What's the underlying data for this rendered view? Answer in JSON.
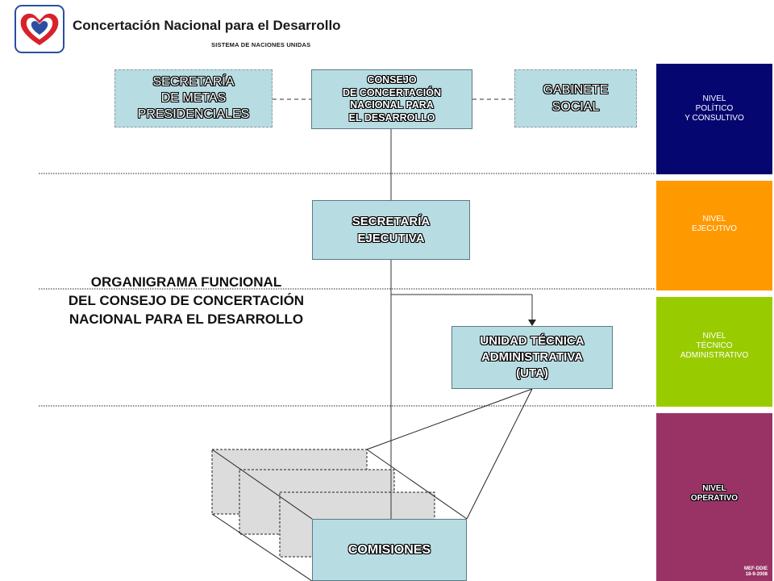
{
  "header": {
    "title": "Concertación Nacional para el Desarrollo",
    "subtitle": "SISTEMA DE NACIONES UNIDAS"
  },
  "boxes": {
    "secretaria_metas": [
      "SECRETARÍA",
      "DE METAS",
      "PRESIDENCIALES"
    ],
    "consejo": [
      "CONSEJO",
      "DE CONCERTACIÓN",
      "NACIONAL PARA",
      "EL DESARROLLO"
    ],
    "gabinete": [
      "GABINETE",
      "SOCIAL"
    ],
    "secretaria_ejecutiva": [
      "SECRETARÍA",
      "EJECUTIVA"
    ],
    "uta": [
      "UNIDAD TÉCNICA",
      "ADMINISTRATIVA",
      "(UTA)"
    ],
    "comisiones": "COMISIONES"
  },
  "title": [
    "ORGANIGRAMA FUNCIONAL",
    "DEL CONSEJO DE CONCERTACIÓN",
    "NACIONAL PARA EL DESARROLLO"
  ],
  "levels": {
    "politico": [
      "NIVEL",
      "POLÍTICO",
      "Y CONSULTIVO"
    ],
    "ejecutivo": [
      "NIVEL",
      "EJECUTIVO"
    ],
    "tecnico": [
      "NIVEL",
      "TÉCNICO",
      "ADMINISTRATIVO"
    ],
    "operativo": [
      "NIVEL",
      "OPERATIVO"
    ],
    "operativo_note": [
      "MEF-DDIE",
      "18-9-2008"
    ]
  },
  "colors": {
    "box_fill": "#b7dde3",
    "politico": "#060670",
    "ejecutivo": "#ff9900",
    "tecnico": "#99cc00",
    "operativo": "#993366"
  },
  "icons": {
    "logo": "heart-logo-icon"
  }
}
